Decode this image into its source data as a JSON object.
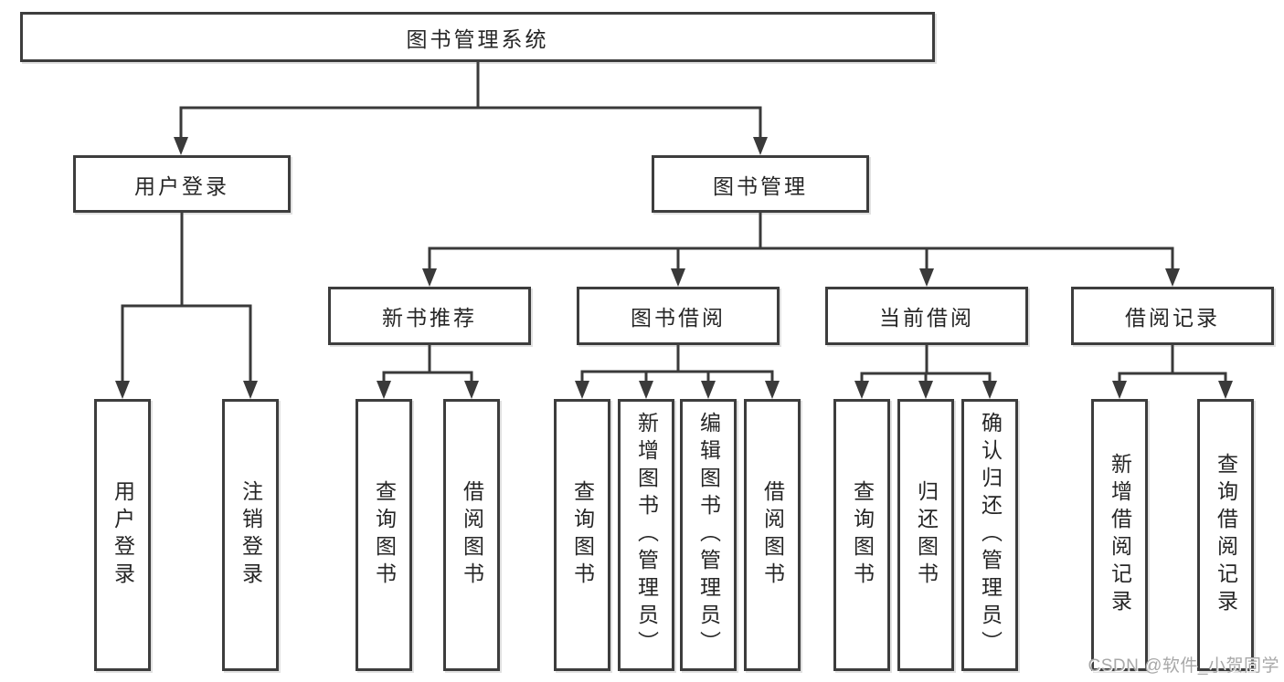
{
  "diagram_title": "图书管理系统",
  "watermark": "CSDN @软件_小贺同学",
  "colors": {
    "background": "#ffffff",
    "line": "#3a3a3a",
    "box_border": "#3d3d3d",
    "text": "#262626",
    "watermark": "#a8a8a8"
  },
  "tree": {
    "label": "图书管理系统",
    "children": [
      {
        "label": "用户登录",
        "children": [
          {
            "label": "用户登录"
          },
          {
            "label": "注销登录"
          }
        ]
      },
      {
        "label": "图书管理",
        "children": [
          {
            "label": "新书推荐",
            "children": [
              {
                "label": "查询图书"
              },
              {
                "label": "借阅图书"
              }
            ]
          },
          {
            "label": "图书借阅",
            "children": [
              {
                "label": "查询图书"
              },
              {
                "label": "新增图书（管理员）"
              },
              {
                "label": "编辑图书（管理员）"
              },
              {
                "label": "借阅图书"
              }
            ]
          },
          {
            "label": "当前借阅",
            "children": [
              {
                "label": "查询图书"
              },
              {
                "label": "归还图书"
              },
              {
                "label": "确认归还（管理员）"
              }
            ]
          },
          {
            "label": "借阅记录",
            "children": [
              {
                "label": "新增借阅记录"
              },
              {
                "label": "查询借阅记录"
              }
            ]
          }
        ]
      }
    ]
  }
}
